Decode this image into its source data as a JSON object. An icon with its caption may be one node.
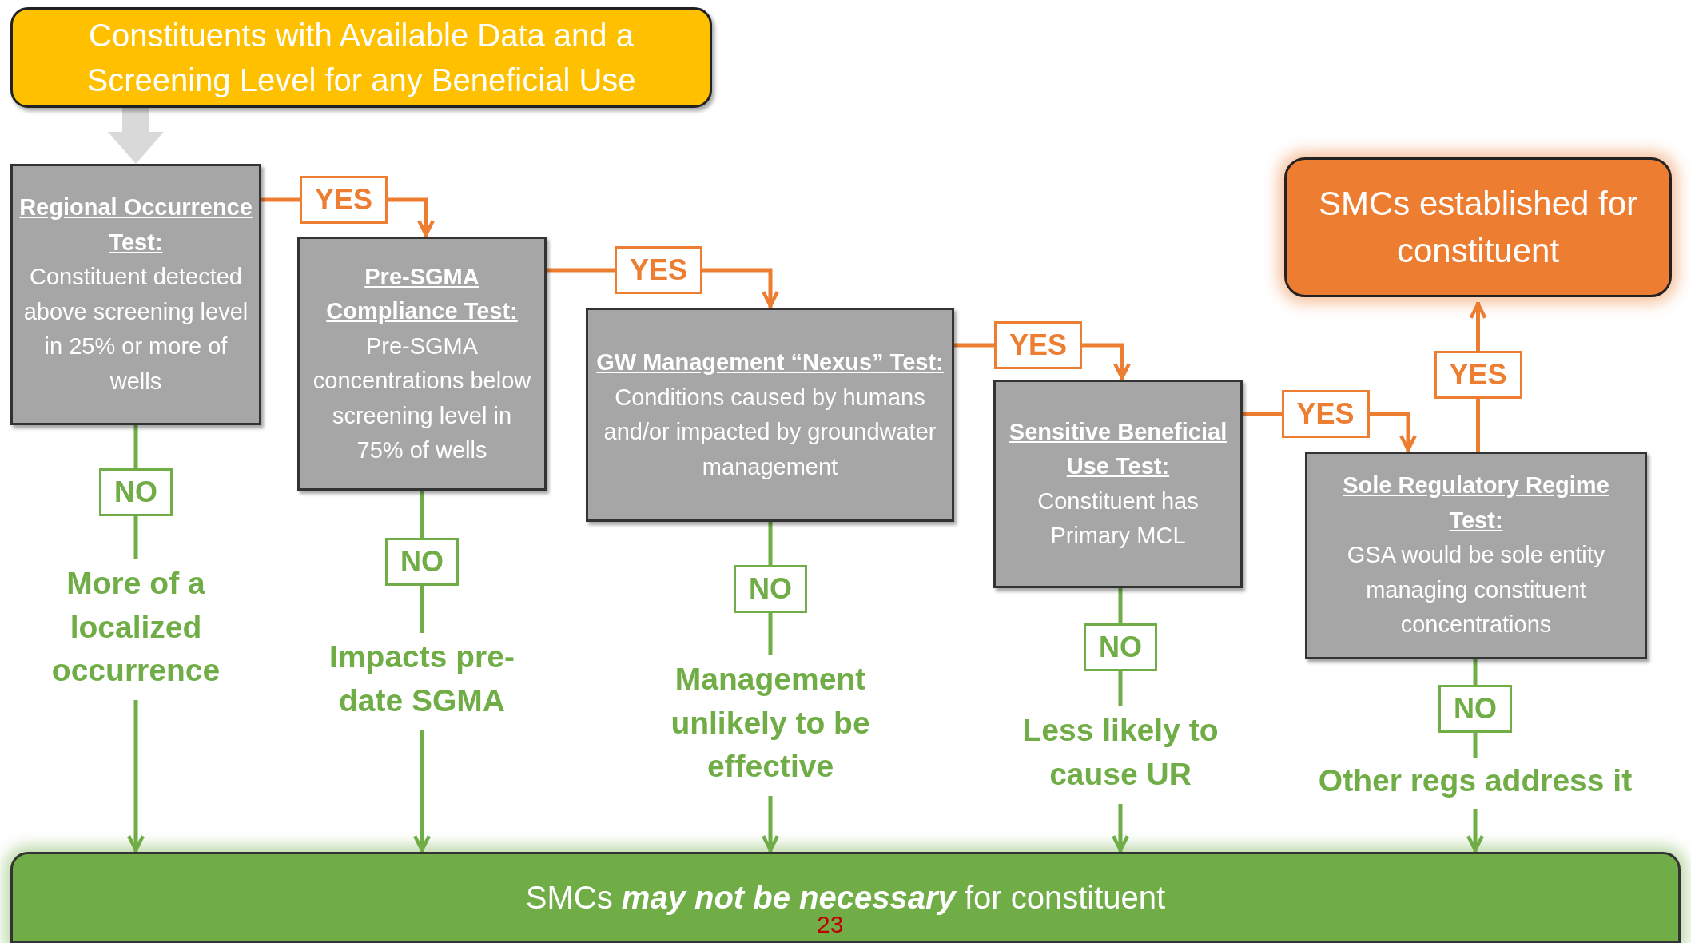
{
  "diagram": {
    "nodes": [
      {
        "text": [
          "Constituents with Available Data and a Screening Level for any Beneficial Use"
        ]
      },
      {
        "text": [
          "Regional Occurrence Test:",
          "Constituent detected above screening level in 25% or more of wells"
        ]
      },
      {
        "text": [
          "Pre-SGMA Compliance Test:",
          "Pre-SGMA concentrations below screening level in 75% of wells"
        ]
      },
      {
        "text": [
          "GW Management “Nexus” Test:",
          "Conditions caused by humans and/or impacted by groundwater management"
        ]
      },
      {
        "text": [
          "Sensitive Beneficial Use Test:",
          "Constituent has Primary MCL"
        ]
      },
      {
        "text": [
          "Sole Regulatory Regime Test:",
          "GSA would be sole entity managing constituent concentrations"
        ]
      },
      {
        "text": [
          "SMCs established for constituent"
        ]
      },
      {
        "text": [
          "SMCs **may not be necessary** for constituent"
        ]
      },
      {
        "text": [
          "More of a localized occurrence"
        ]
      },
      {
        "text": [
          "Impacts pre-date SGMA"
        ]
      },
      {
        "text": [
          "Management unlikely to be effective"
        ]
      },
      {
        "text": [
          "Less likely to cause UR"
        ]
      },
      {
        "text": [
          "Other regs address it"
        ]
      }
    ],
    "edges": [
      {
        "from": 0,
        "to": 1,
        "arrow": "to",
        "style": "thick",
        "color": "#d9d9d9"
      },
      {
        "from": 1,
        "to": 2,
        "arrow": "to",
        "label": "YES",
        "color": "#ed7d31"
      },
      {
        "from": 2,
        "to": 3,
        "arrow": "to",
        "label": "YES",
        "color": "#ed7d31"
      },
      {
        "from": 3,
        "to": 4,
        "arrow": "to",
        "label": "YES",
        "color": "#ed7d31"
      },
      {
        "from": 4,
        "to": 5,
        "arrow": "to",
        "label": "YES",
        "color": "#ed7d31"
      },
      {
        "from": 5,
        "to": 6,
        "arrow": "to",
        "label": "YES",
        "color": "#ed7d31"
      },
      {
        "from": 1,
        "to": 8,
        "arrow": "none",
        "label": "NO"
      },
      {
        "from": 2,
        "to": 9,
        "arrow": "none",
        "label": "NO"
      },
      {
        "from": 3,
        "to": 10,
        "arrow": "none",
        "label": "NO"
      },
      {
        "from": 4,
        "to": 11,
        "arrow": "none",
        "label": "NO"
      },
      {
        "from": 5,
        "to": 12,
        "arrow": "none",
        "label": "NO"
      },
      {
        "from": 8,
        "to": 7,
        "arrow": "to"
      },
      {
        "from": 9,
        "to": 7,
        "arrow": "to"
      },
      {
        "from": 10,
        "to": 7,
        "arrow": "to"
      },
      {
        "from": 11,
        "to": 7,
        "arrow": "to"
      },
      {
        "from": 12,
        "to": 7,
        "arrow": "to"
      }
    ],
    "labels": [
      "23"
    ]
  }
}
